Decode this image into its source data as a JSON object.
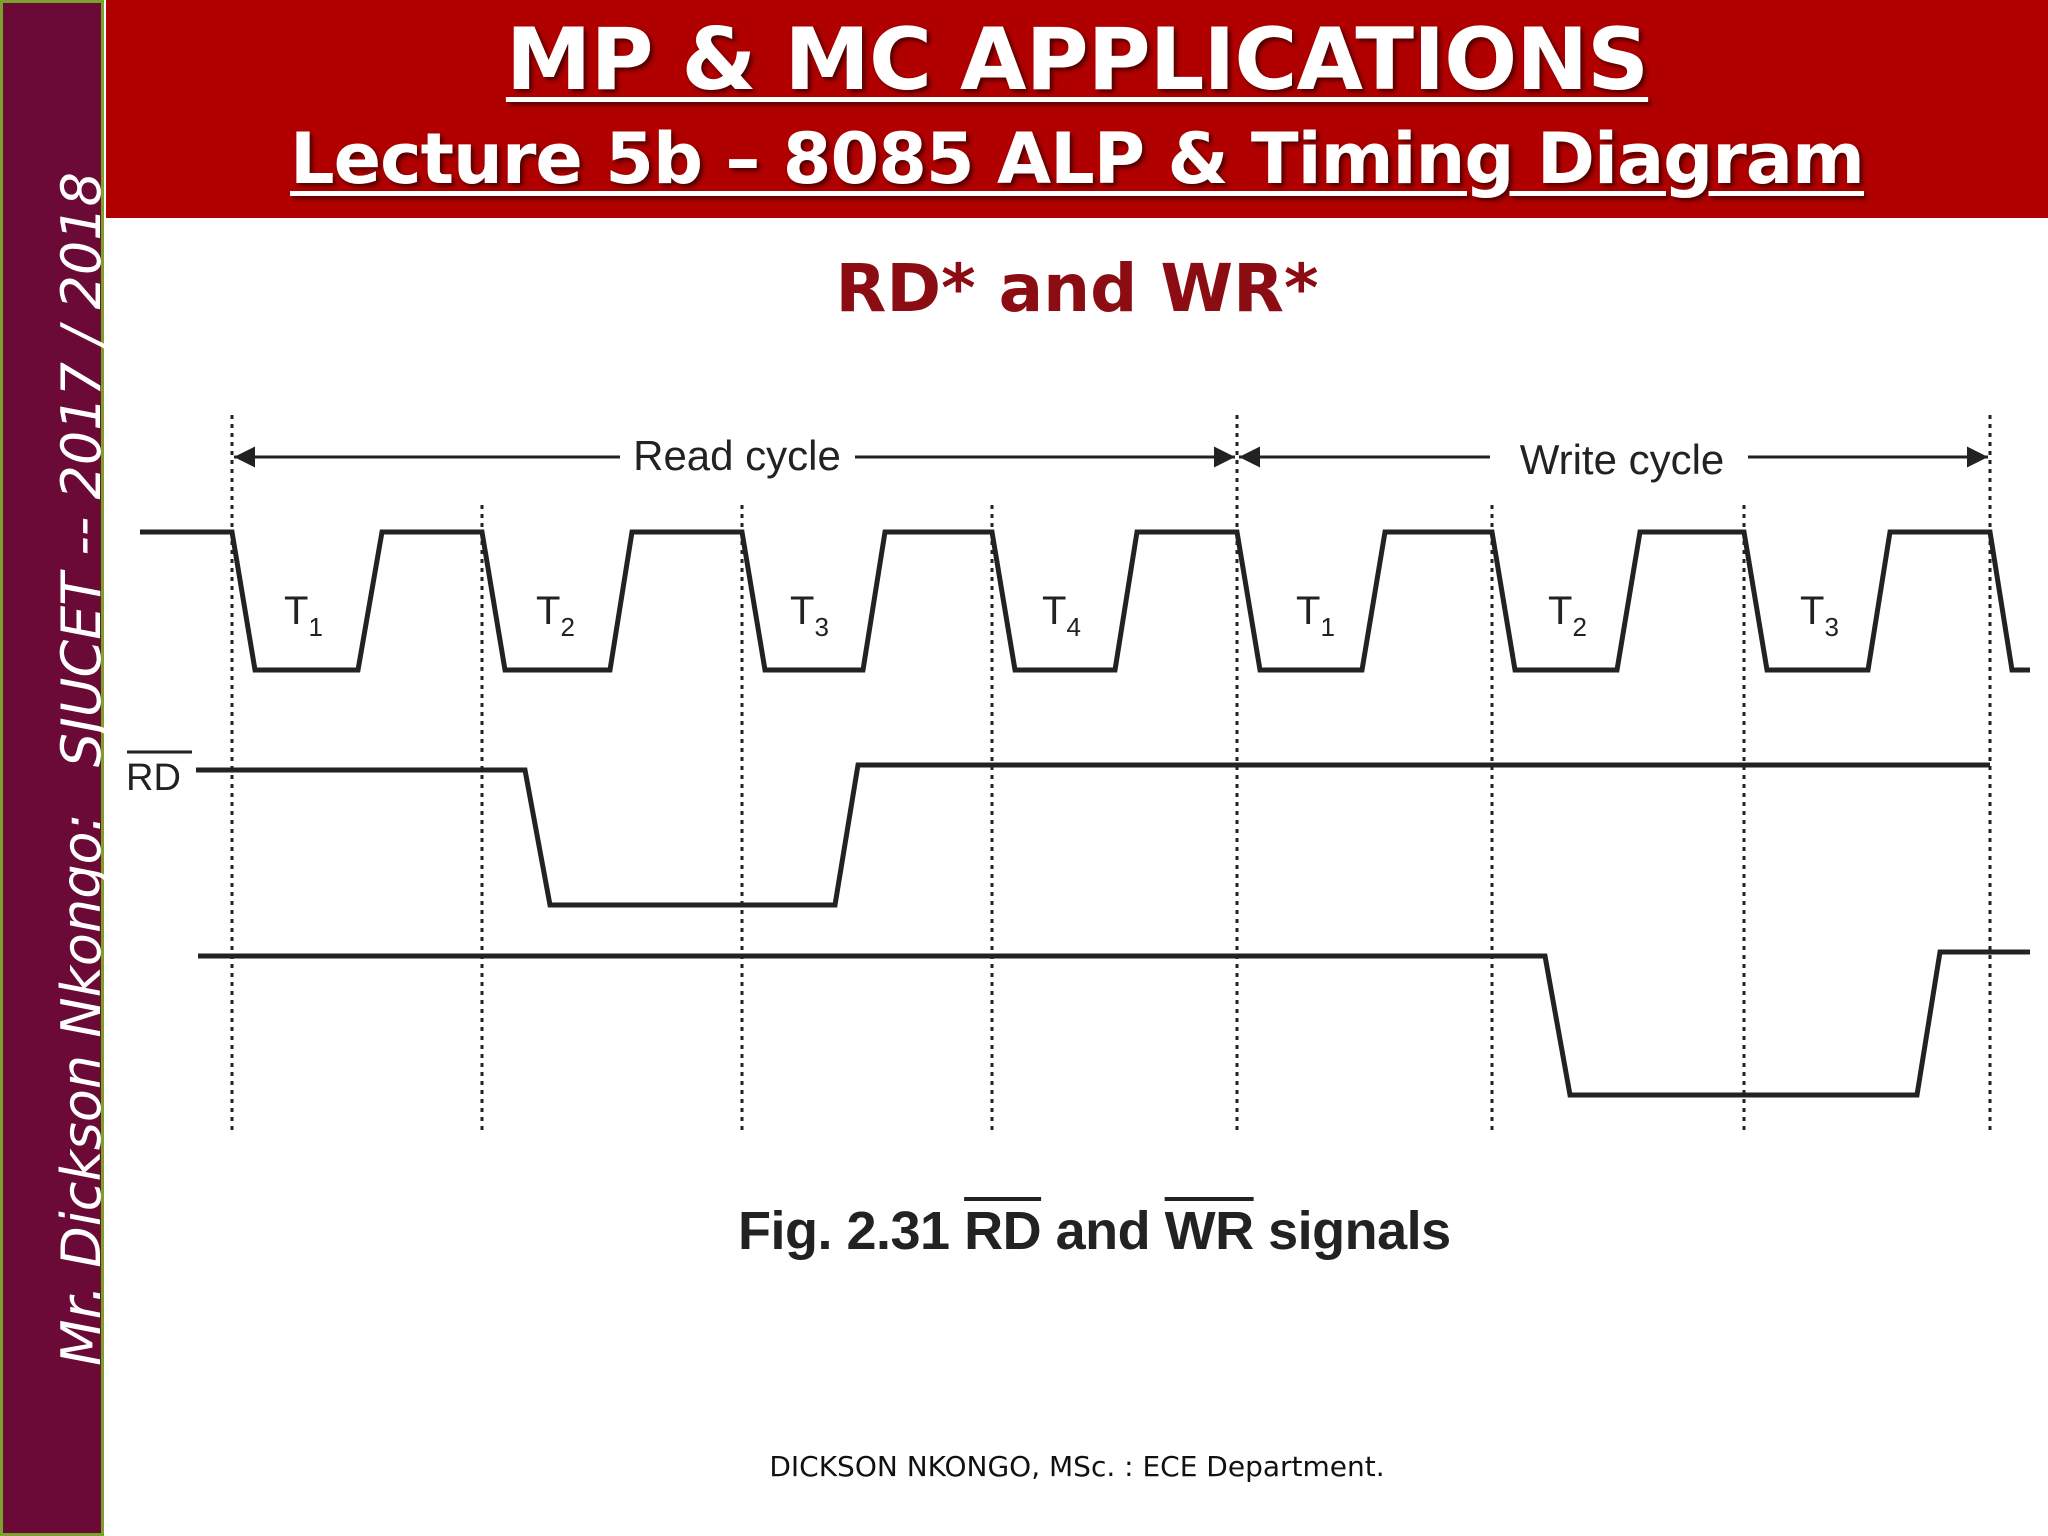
{
  "sidebar": {
    "author": "Mr. Dickson  Nkongo:",
    "institution": "SJUCET -- 2017 / 2018"
  },
  "header": {
    "title": "MP & MC APPLICATIONS",
    "subtitle": "Lecture 5b – 8085 ALP & Timing Diagram"
  },
  "slide": {
    "heading": "RD* and WR*"
  },
  "diagram": {
    "read_cycle_label": "Read cycle",
    "write_cycle_label": "Write cycle",
    "states": [
      {
        "t": "T",
        "sub": "1"
      },
      {
        "t": "T",
        "sub": "2"
      },
      {
        "t": "T",
        "sub": "3"
      },
      {
        "t": "T",
        "sub": "4"
      },
      {
        "t": "T",
        "sub": "1"
      },
      {
        "t": "T",
        "sub": "2"
      },
      {
        "t": "T",
        "sub": "3"
      }
    ],
    "rd_signal_label": "RD",
    "caption_prefix": "Fig. 2.31",
    "caption_rd": "RD",
    "caption_and": "and",
    "caption_wr": "WR",
    "caption_suffix": "signals"
  },
  "footer": {
    "text": "DICKSON NKONGO, MSc. : ECE Department."
  },
  "colors": {
    "sidebar_bg": "#6b0a36",
    "sidebar_border": "#7da02a",
    "header_bg": "#b00000",
    "heading_color": "#8b0c12"
  }
}
